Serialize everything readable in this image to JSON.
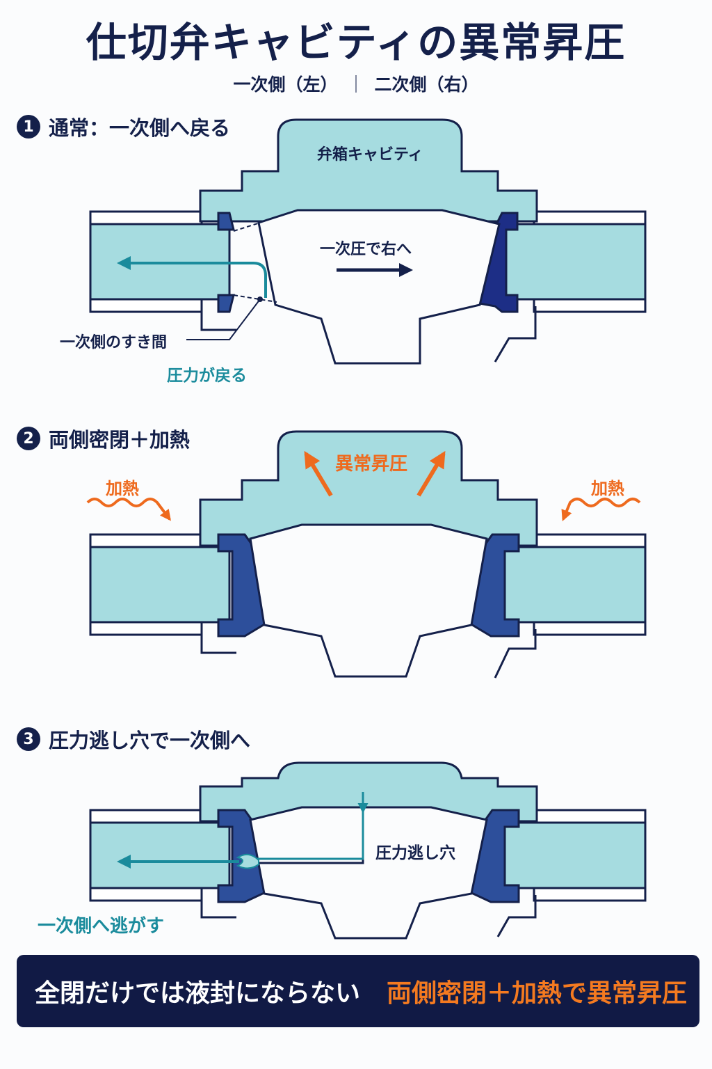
{
  "title": "仕切弁キャビティの異常昇圧",
  "subtitle": {
    "left": "一次側（左）",
    "separator": "｜",
    "right": "二次側（右）"
  },
  "panels": [
    {
      "number": "1",
      "heading": "通常：一次側へ戻る",
      "cavity_label": "弁箱キャビティ",
      "arrow_label": "一次圧で右へ",
      "gap_label": "一次側のすき間",
      "flow_label": "圧力が戻る"
    },
    {
      "number": "2",
      "heading": "両側密閉＋加熱",
      "pressure_label": "異常昇圧",
      "heat_left": "加熱",
      "heat_right": "加熱"
    },
    {
      "number": "3",
      "heading": "圧力逃し穴で一次側へ",
      "hole_label": "圧力逃し穴",
      "flow_label": "一次側へ逃がす"
    }
  ],
  "banner": {
    "left": "全閉だけでは液封にならない",
    "right": "両側密閉＋加熱で異常昇圧"
  },
  "colors": {
    "navy": "#14204a",
    "fluid": "#a6dce0",
    "seat": "#2d4f9b",
    "teal_arrow": "#1a8b9c",
    "orange": "#ee6a1e",
    "banner_bg": "#111a45"
  }
}
